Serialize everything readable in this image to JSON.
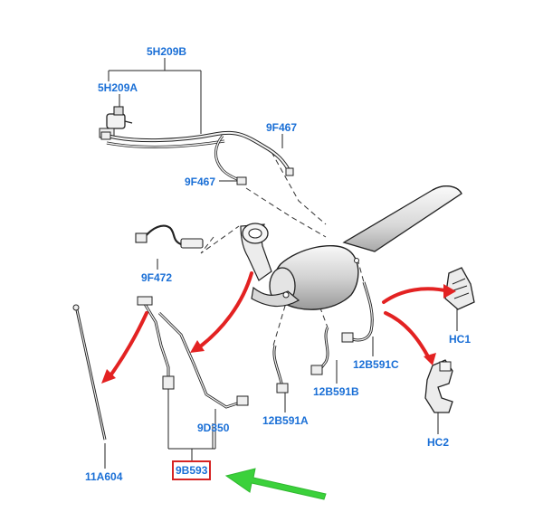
{
  "labels": {
    "p5H209B": "5H209B",
    "p5H209A": "5H209A",
    "p9F467a": "9F467",
    "p9F467b": "9F467",
    "p9F472": "9F472",
    "p9D350": "9D350",
    "p9B593": "9B593",
    "p11A604": "11A604",
    "p12B591A": "12B591A",
    "p12B591B": "12B591B",
    "p12B591C": "12B591C",
    "pHC1": "HC1",
    "pHC2": "HC2"
  },
  "colors": {
    "label": "#1a6fd6",
    "highlight_box": "#d62424",
    "arrow_red": "#e32222",
    "arrow_green": "#3bd13b",
    "line": "#222222",
    "part_fill": "#f2f2f2",
    "part_shade": "#b4b4b4"
  }
}
